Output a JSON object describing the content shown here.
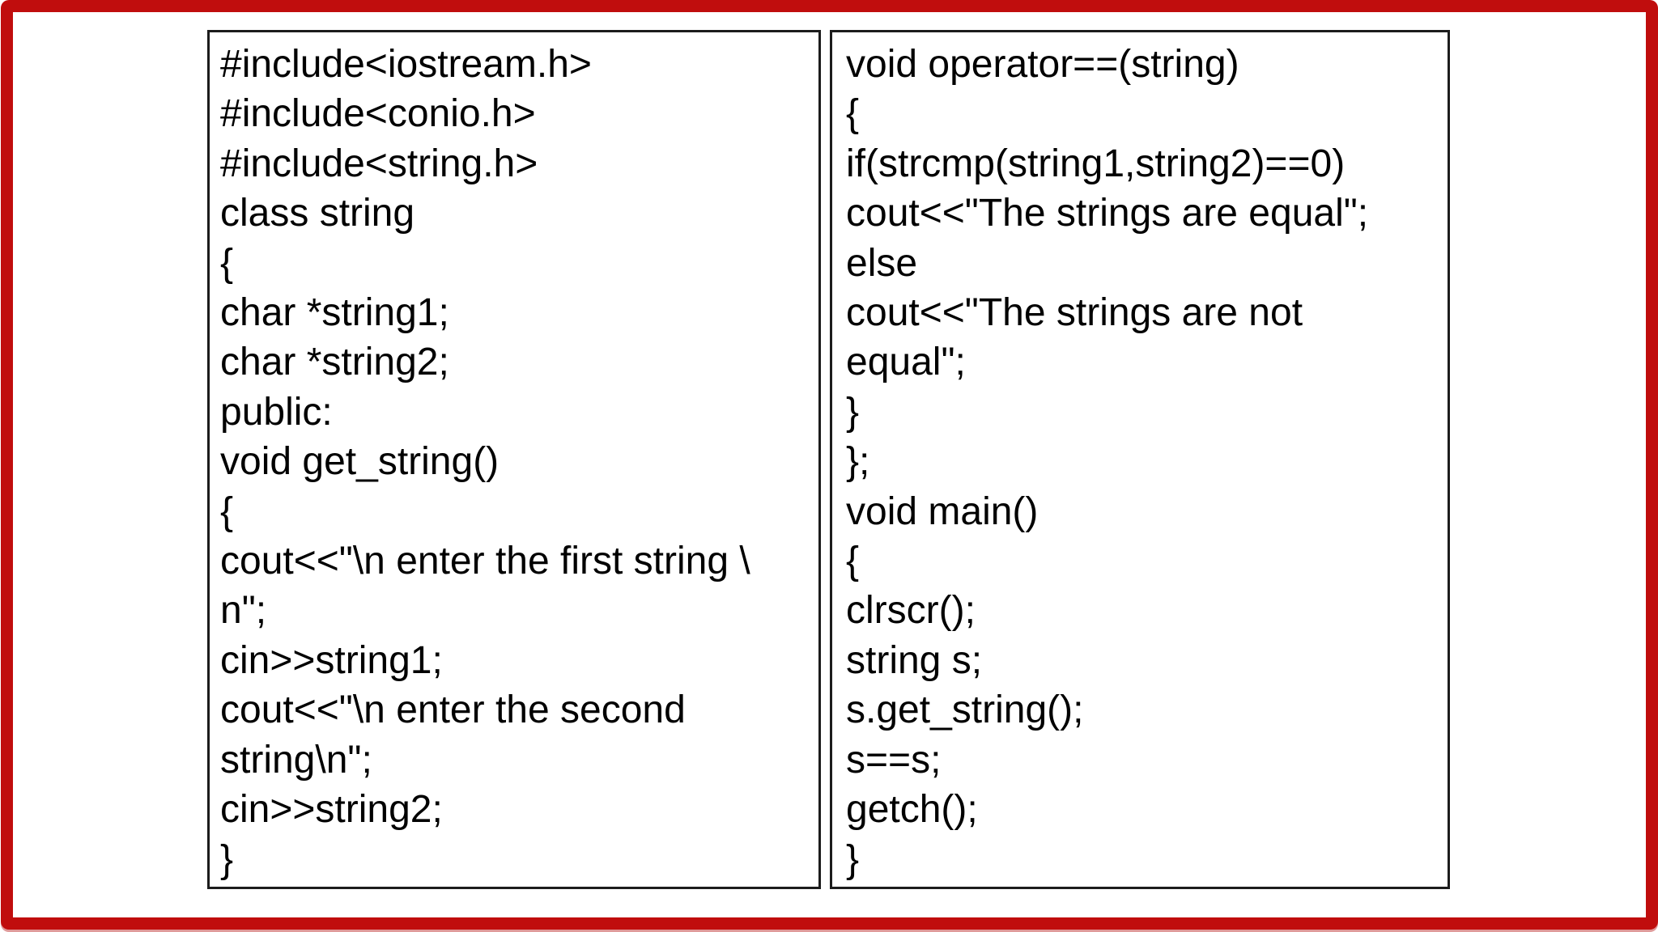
{
  "colors": {
    "frame_red": "#c00d0d",
    "frame_red_soft": "#e09a9a",
    "box_border": "#1c1c1c",
    "code_text": "#000000",
    "page_bg": "#ffffff"
  },
  "panels": {
    "left": {
      "lines": [
        "#include<iostream.h>",
        "#include<conio.h>",
        "#include<string.h>",
        "class string",
        "{",
        "char *string1;",
        "char *string2;",
        "public:",
        "void get_string()",
        "{",
        "cout<<\"\\n enter the first string \\",
        "n\";",
        "cin>>string1;",
        "cout<<\"\\n enter the second",
        "string\\n\";",
        "cin>>string2;",
        "}"
      ]
    },
    "right": {
      "lines": [
        "void operator==(string)",
        "{",
        "if(strcmp(string1,string2)==0)",
        "cout<<\"The strings are equal\";",
        "else",
        "cout<<\"The strings are not",
        "equal\";",
        "}",
        "};",
        "void main()",
        "{",
        "clrscr();",
        "string s;",
        "s.get_string();",
        "s==s;",
        "getch();",
        "}"
      ]
    }
  }
}
